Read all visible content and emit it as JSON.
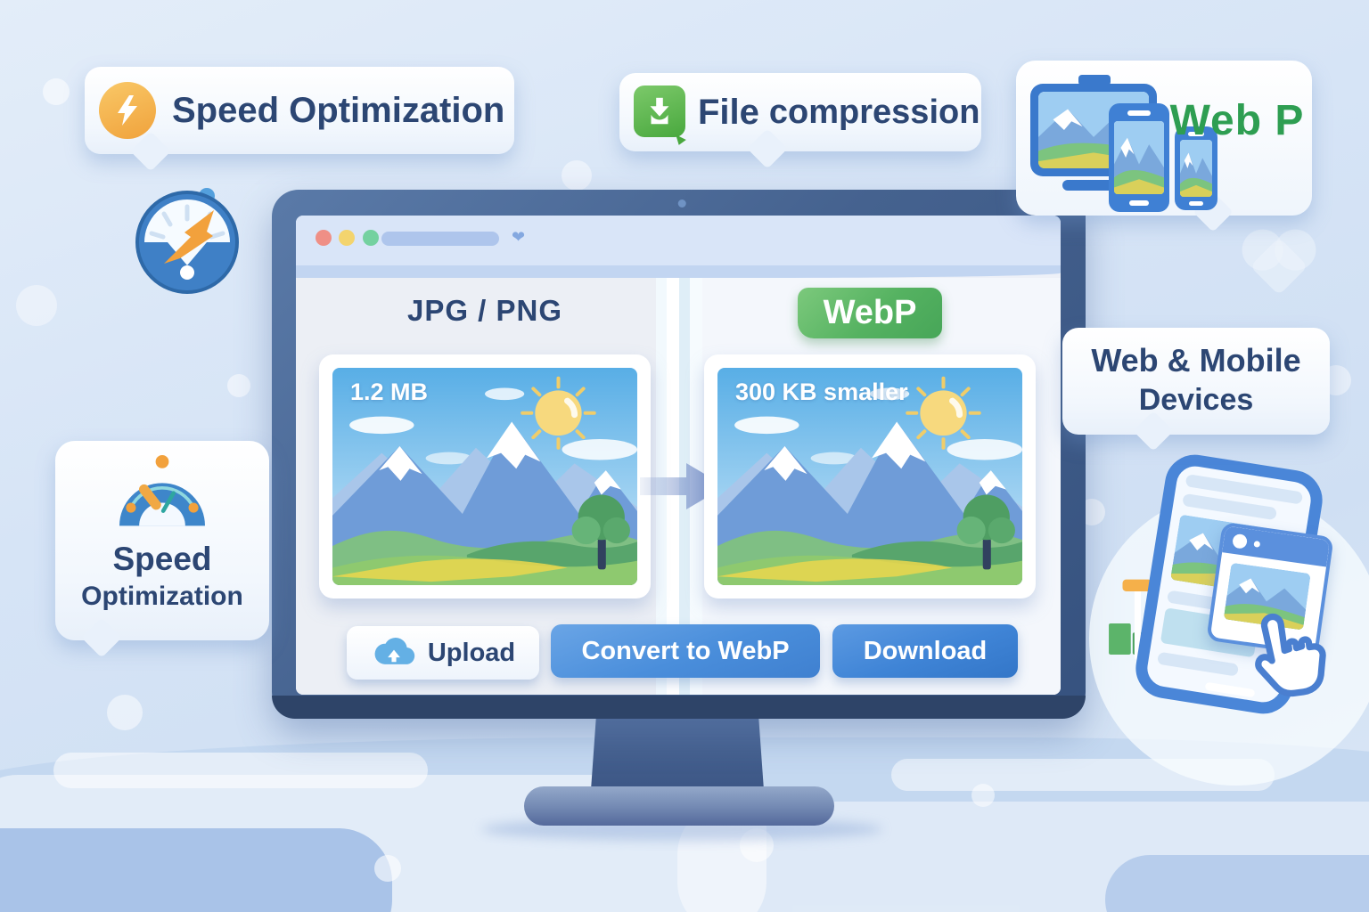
{
  "top_left_bubble": {
    "label": "Speed Optimization"
  },
  "top_center_bubble": {
    "word1": "File",
    "word2": "compression"
  },
  "top_right_panel": {
    "label": "Web P"
  },
  "converter": {
    "source_title": "JPG / PNG",
    "source_size": "1.2 MB",
    "result_badge": "WebP",
    "result_size": "300 KB smaller",
    "upload_label": "Upload",
    "convert_label": "Convert to WebP",
    "download_label": "Download"
  },
  "left_bubble": {
    "line1": "Speed",
    "line2": "Optimization"
  },
  "right_bubble": {
    "line1": "Web & Mobile",
    "line2": "Devices"
  },
  "icons": {
    "lightning-icon": "⚡",
    "file-download-icon": "⤓",
    "cloud-upload-icon": "☁",
    "speedometer-icon": "gauge",
    "cursor-hand-icon": "pointer",
    "arrow-right-icon": "→",
    "chevron-down-icon": "⌄"
  },
  "colors": {
    "navy_text": "#2c4673",
    "webp_green": "#47a658",
    "green_label": "#2e9e52",
    "orange_accent": "#f5a93b",
    "convert_blue": "#4a8edb",
    "download_blue": "#3376c8",
    "monitor_bezel": "#45628f",
    "browser_bar": "#d9e5f8",
    "traffic_red": "#ef8f86",
    "traffic_yellow": "#f3d46e",
    "traffic_green": "#74d1a0"
  }
}
